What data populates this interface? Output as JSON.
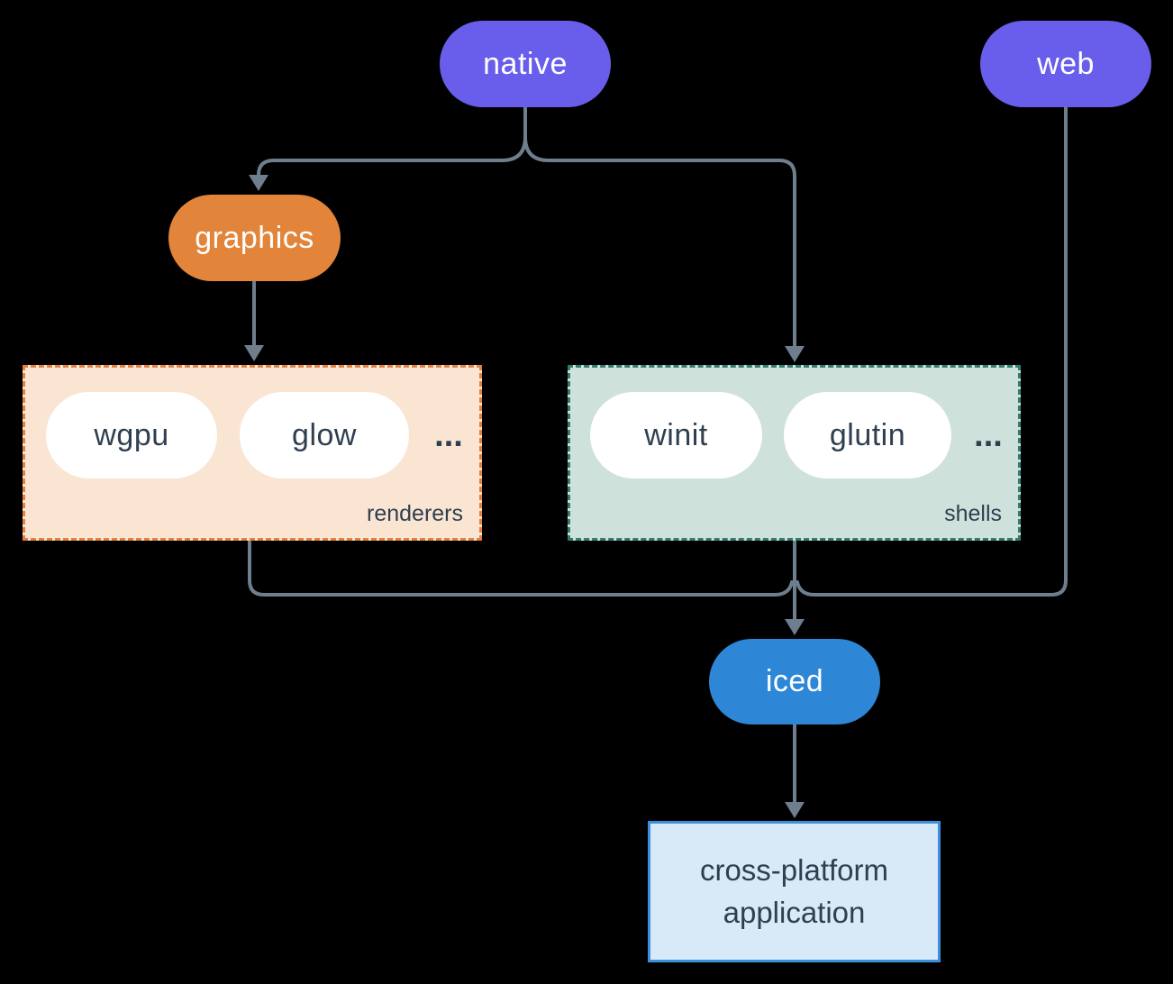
{
  "diagram": {
    "nodes": {
      "native": "native",
      "web": "web",
      "graphics": "graphics",
      "iced": "iced",
      "application": "cross-platform application"
    },
    "groups": {
      "renderers": {
        "label": "renderers",
        "items": [
          "wgpu",
          "glow"
        ],
        "ellipsis": "..."
      },
      "shells": {
        "label": "shells",
        "items": [
          "winit",
          "glutin"
        ],
        "ellipsis": "..."
      }
    },
    "colors": {
      "background": "#000000",
      "platform_node": "#695DEB",
      "graphics_node": "#E2853A",
      "iced_node": "#2D87D6",
      "item_pill": "#FFFFFF",
      "renderers_fill": "#FAE5D3",
      "renderers_border": "#E5813C",
      "shells_fill": "#CFE1DB",
      "shells_border": "#2E7D6E",
      "application_fill": "#D8E9F8",
      "application_border": "#3D8EDC",
      "edge": "#6F7E8E",
      "dark_text": "#2F3F50"
    }
  }
}
